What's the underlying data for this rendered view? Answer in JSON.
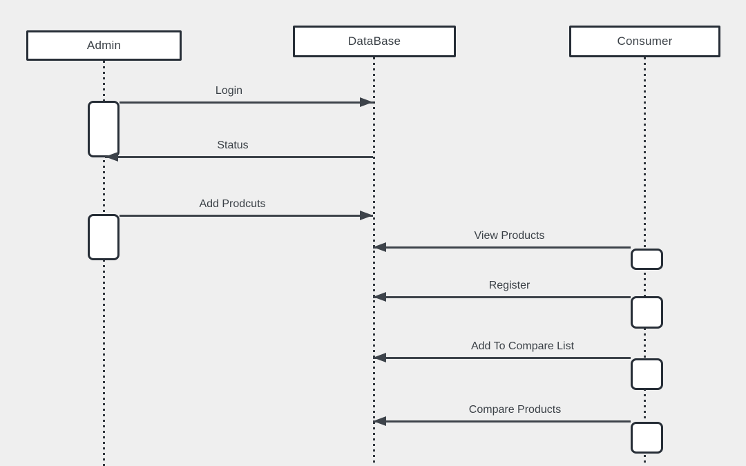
{
  "diagram": {
    "kind": "uml-sequence-diagram",
    "colors": {
      "background": "#efefef",
      "shape_fill": "#ffffff",
      "shape_border": "#272e37",
      "message_line": "#3d434a",
      "text": "#3a4046"
    }
  },
  "actors": [
    {
      "name": "Admin"
    },
    {
      "name": "DataBase"
    },
    {
      "name": "Consumer"
    }
  ],
  "messages": [
    {
      "label": "Login",
      "from": "Admin",
      "to": "DataBase",
      "direction": "right"
    },
    {
      "label": "Status",
      "from": "DataBase",
      "to": "Admin",
      "direction": "left"
    },
    {
      "label": "Add Prodcuts",
      "from": "Admin",
      "to": "DataBase",
      "direction": "right"
    },
    {
      "label": "View Products",
      "from": "Consumer",
      "to": "DataBase",
      "direction": "left"
    },
    {
      "label": "Register",
      "from": "Consumer",
      "to": "DataBase",
      "direction": "left"
    },
    {
      "label": "Add To Compare List",
      "from": "Consumer",
      "to": "DataBase",
      "direction": "left"
    },
    {
      "label": "Compare Products",
      "from": "Consumer",
      "to": "DataBase",
      "direction": "left"
    }
  ]
}
